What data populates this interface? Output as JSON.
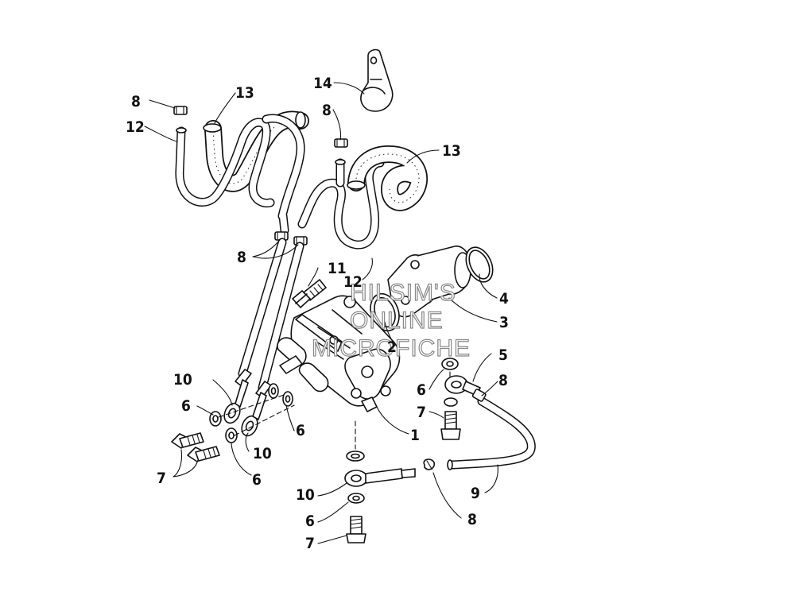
{
  "callouts": {
    "c14": "14",
    "c13a": "13",
    "c13b": "13",
    "c8a": "8",
    "c8b": "8",
    "c8c": "8",
    "c8d": "8",
    "c8e": "8",
    "c12a": "12",
    "c12b": "12",
    "c11": "11",
    "c4": "4",
    "c3": "3",
    "c2": "2",
    "c5": "5",
    "c6a": "6",
    "c6b": "6",
    "c6c": "6",
    "c6d": "6",
    "c6e": "6",
    "c7a": "7",
    "c7b": "7",
    "c7c": "7",
    "c10a": "10",
    "c10b": "10",
    "c10c": "10",
    "c1": "1",
    "c9": "9"
  },
  "watermark": {
    "line1": "HILSIM'S",
    "line2": "ONLINE",
    "line3": "MICROFICHE"
  }
}
